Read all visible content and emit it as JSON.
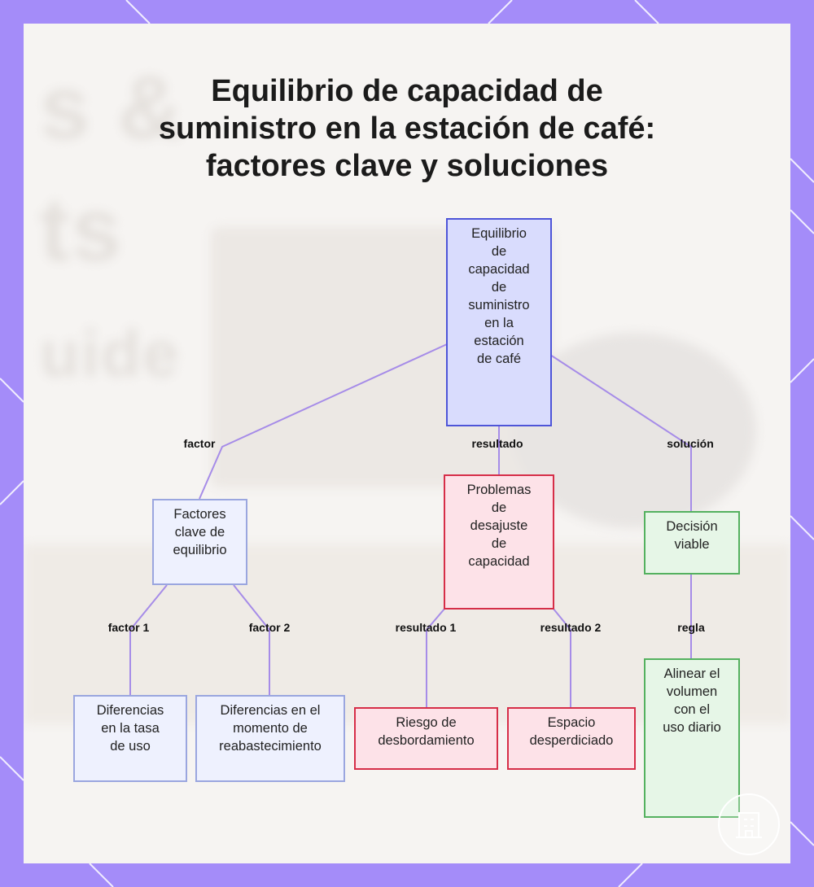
{
  "title": {
    "lines": [
      "Equilibrio de capacidad de",
      "suministro en la estación de café:",
      "factores clave y soluciones"
    ]
  },
  "nodes": {
    "root": [
      "Equilibrio",
      "de",
      "capacidad",
      "de",
      "suministro",
      "en la",
      "estación",
      "de café"
    ],
    "factores": [
      "Factores",
      "clave de",
      "equilibrio"
    ],
    "problemas": [
      "Problemas",
      "de",
      "desajuste",
      "de",
      "capacidad"
    ],
    "decision": [
      "Decisión",
      "viable"
    ],
    "tasa": [
      "Diferencias",
      "en la tasa",
      "de uso"
    ],
    "momento": [
      "Diferencias en el",
      "momento de",
      "reabastecimiento"
    ],
    "riesgo": [
      "Riesgo de",
      "desbordamiento"
    ],
    "espacio": [
      "Espacio",
      "desperdiciado"
    ],
    "alinear": [
      "Alinear el",
      "volumen",
      "con el",
      "uso diario"
    ]
  },
  "edges": {
    "factor": "factor",
    "resultado": "resultado",
    "solucion": "solución",
    "factor1": "factor 1",
    "factor2": "factor 2",
    "resultado1": "resultado 1",
    "resultado2": "resultado 2",
    "regla": "regla"
  },
  "colors": {
    "frame": "#a48cf9",
    "wire": "#a68ce8",
    "root_fill": "#d9dcfd",
    "root_border": "#4e55d8",
    "factor_fill": "#eef1fe",
    "factor_border": "#9aa6df",
    "result_fill": "#fde2e8",
    "result_border": "#d62e48",
    "solution_fill": "#e6f6e7",
    "solution_border": "#54b15f"
  }
}
